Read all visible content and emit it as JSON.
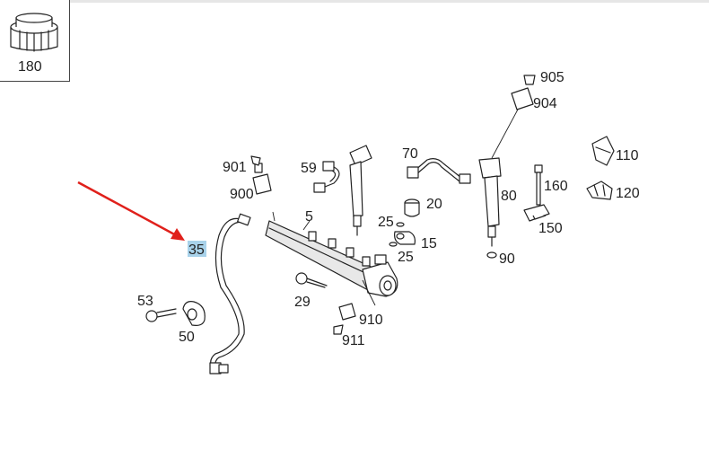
{
  "diagram": {
    "inset_part_number": "180",
    "callouts": {
      "p905": "905",
      "p904": "904",
      "p70": "70",
      "p110": "110",
      "p901": "901",
      "p59": "59",
      "p160": "160",
      "p120": "120",
      "p900": "900",
      "p5": "5",
      "p20": "20",
      "p80": "80",
      "p25a": "25",
      "p35": "35",
      "p15": "15",
      "p150": "150",
      "p25b": "25",
      "p90": "90",
      "p53": "53",
      "p29": "29",
      "p910": "910",
      "p50": "50",
      "p911": "911"
    },
    "highlighted_callout": "35",
    "colors": {
      "highlight": "#a8d2ea",
      "arrow": "#e0201b",
      "lines": "#222222"
    }
  }
}
